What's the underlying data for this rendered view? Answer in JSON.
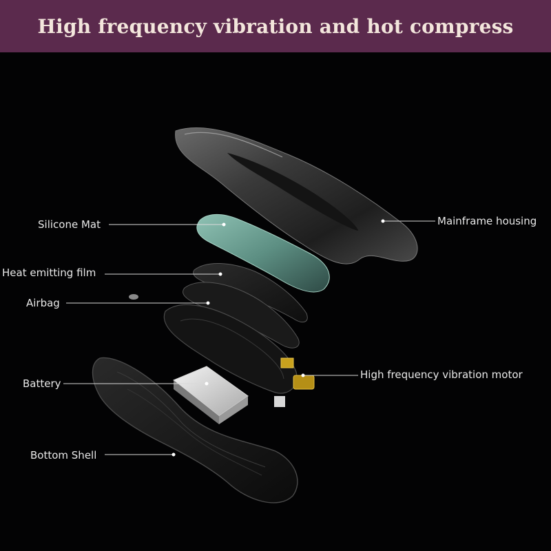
{
  "banner": {
    "title": "High frequency vibration and hot compress"
  },
  "labels": {
    "silicone_mat": "Silicone Mat",
    "heat_film": "Heat emitting film",
    "airbag": "Airbag",
    "battery": "Battery",
    "bottom_shell": "Bottom Shell",
    "mainframe": "Mainframe housing",
    "motor": "High frequency vibration motor"
  },
  "colors": {
    "banner_bg": "#5b2a4d",
    "banner_text": "#f3e6dc",
    "background": "#030304",
    "silicone": "#5d8f83"
  }
}
